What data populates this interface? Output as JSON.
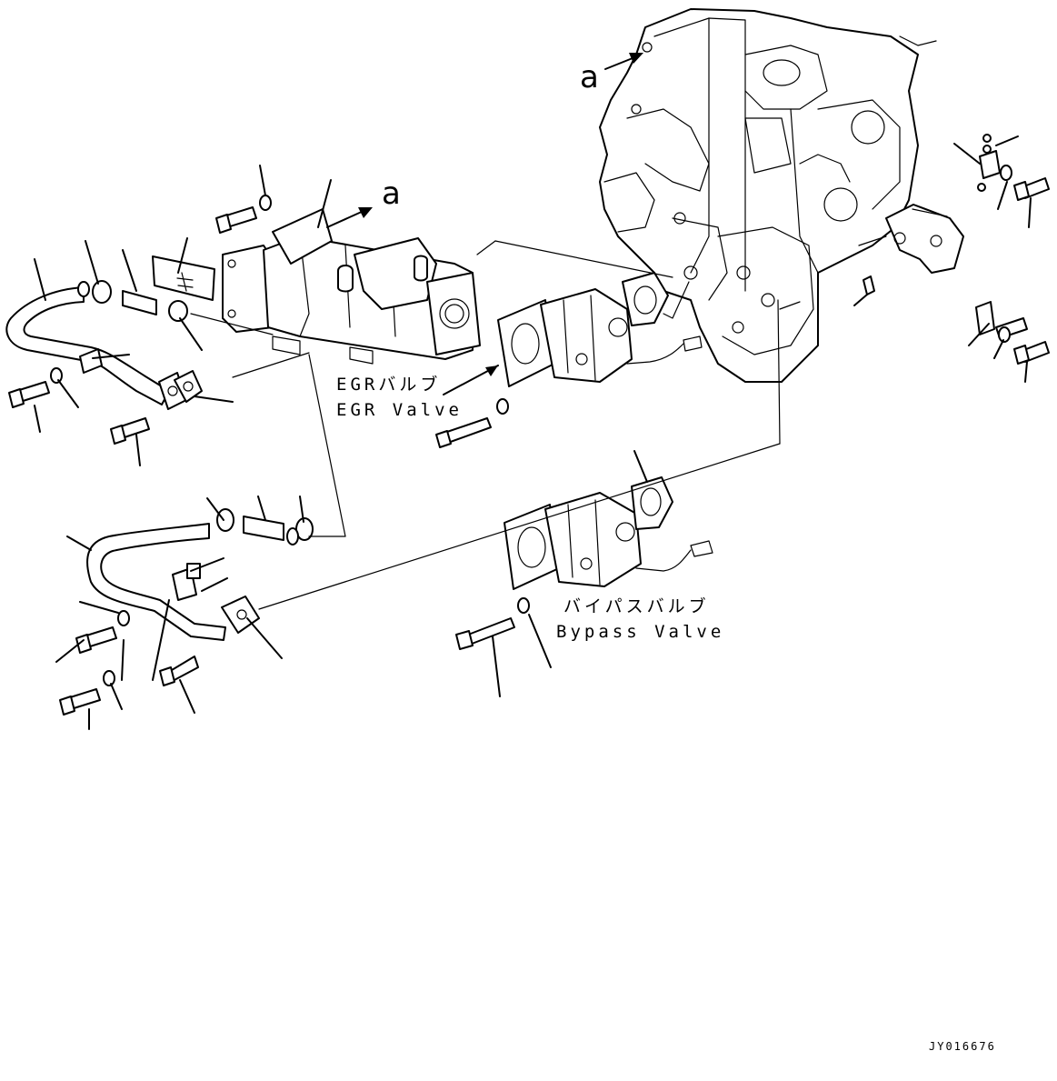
{
  "drawing_id": "JY016676",
  "reference_marks": [
    "a",
    "a"
  ],
  "callouts": {
    "egr_valve_jp": "EGRバルブ",
    "egr_valve_en": "EGR Valve",
    "bypass_valve_jp": "バイパスバルブ",
    "bypass_valve_en": "Bypass Valve"
  },
  "colors": {
    "line": "#000000",
    "background": "#ffffff"
  }
}
